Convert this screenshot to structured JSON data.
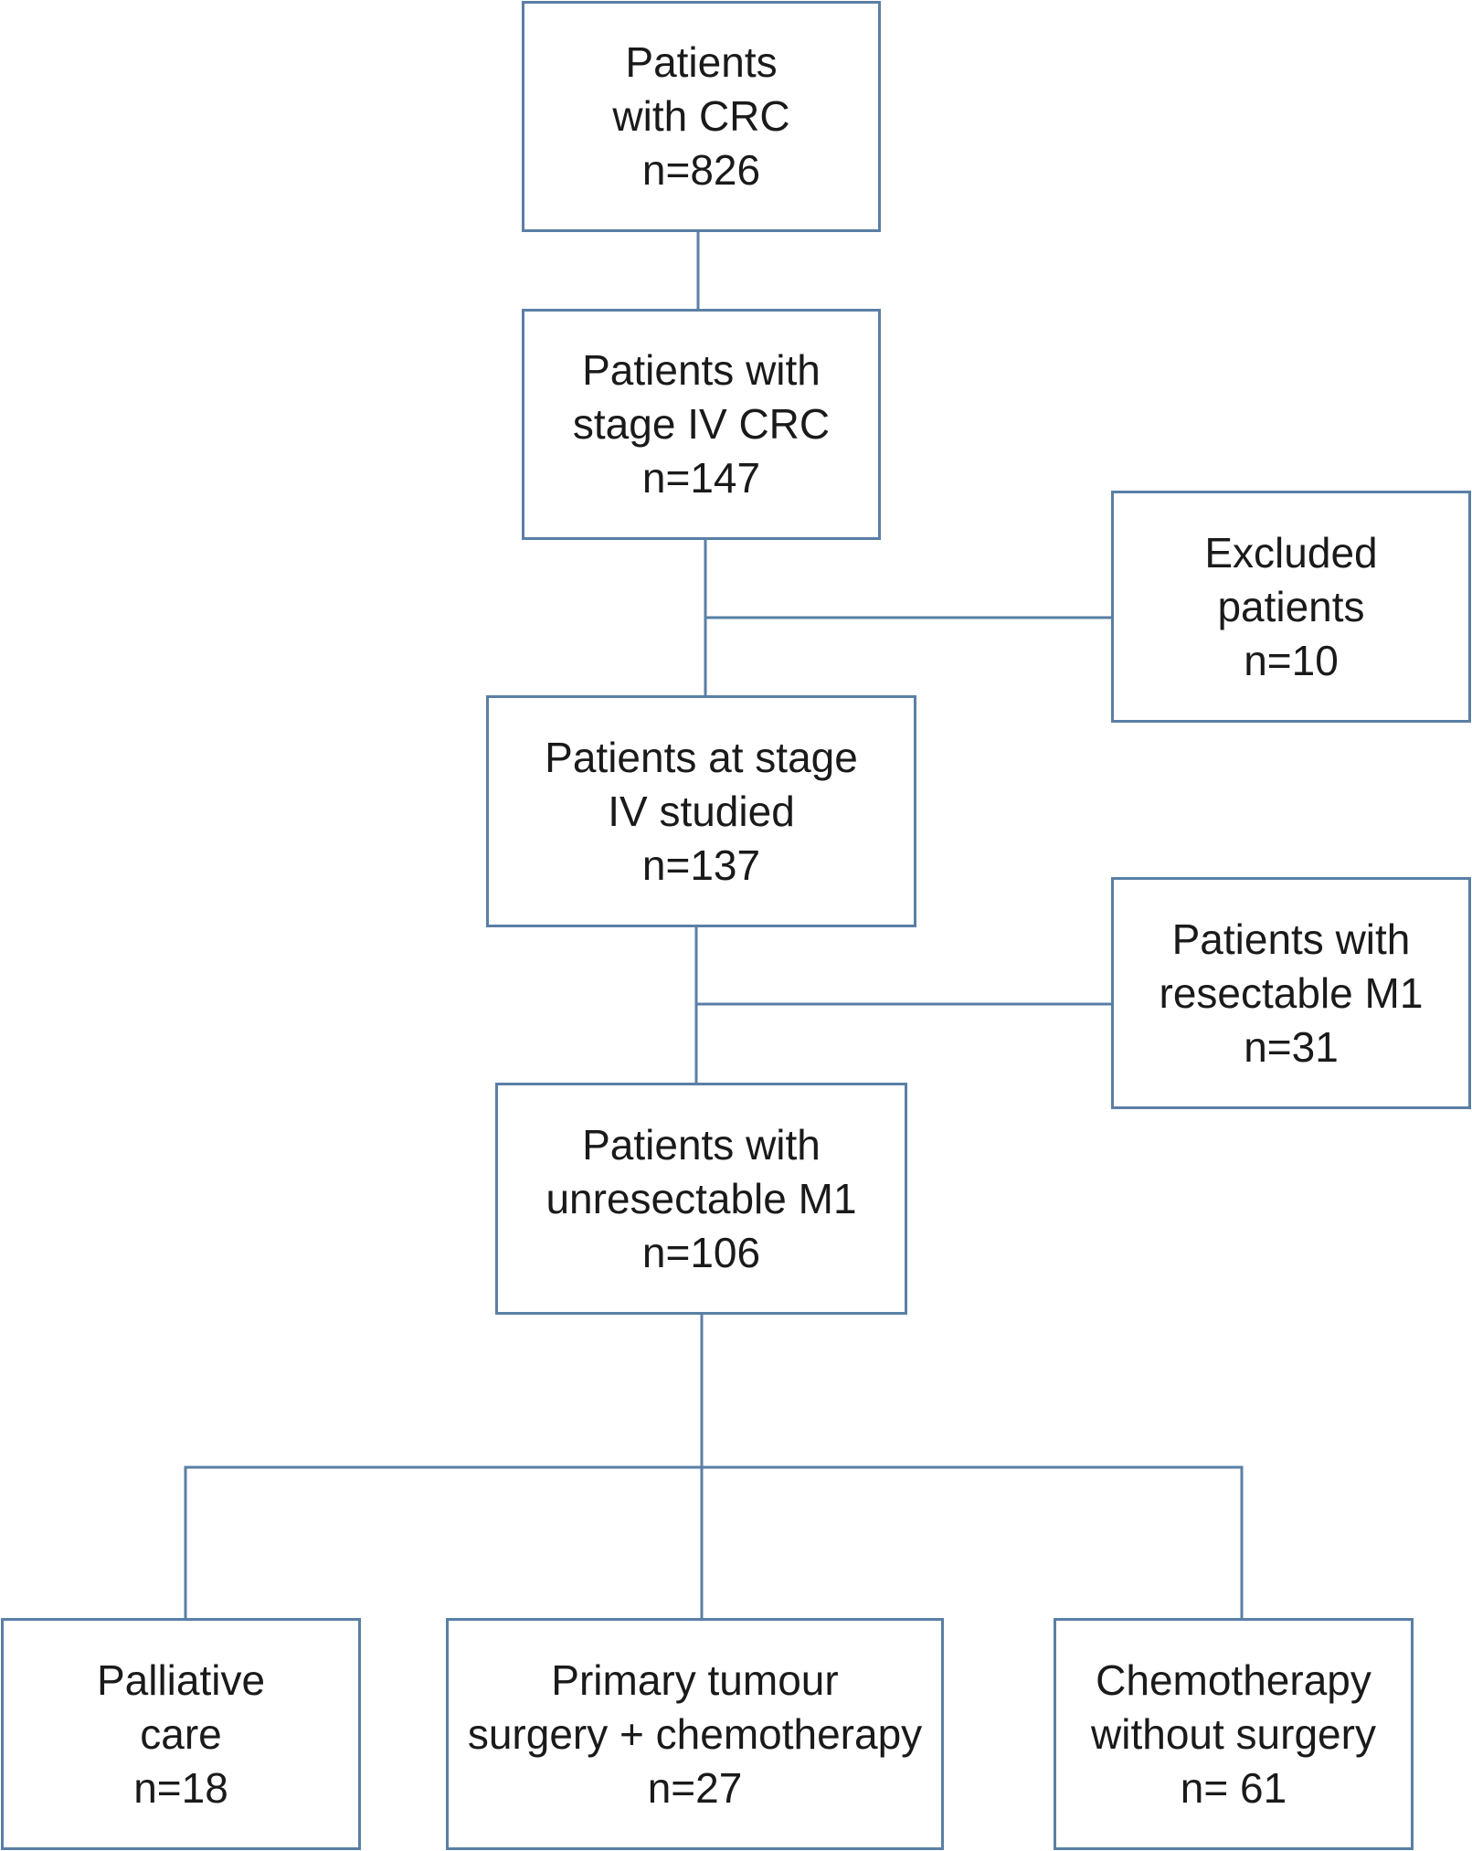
{
  "colors": {
    "box_border": "#5a7fa6",
    "connector": "#5a7fa6",
    "text": "#1a1a1a",
    "background": "#ffffff"
  },
  "boxes": {
    "all_crc": {
      "lines": [
        "Patients",
        "with CRC",
        "n=826"
      ]
    },
    "stage_iv": {
      "lines": [
        "Patients with",
        "stage IV CRC",
        "n=147"
      ]
    },
    "excluded": {
      "lines": [
        "Excluded",
        "patients",
        "n=10"
      ]
    },
    "stage_iv_studied": {
      "lines": [
        "Patients at stage",
        "IV studied",
        "n=137"
      ]
    },
    "resectable_m1": {
      "lines": [
        "Patients with",
        "resectable M1",
        "n=31"
      ]
    },
    "unresectable_m1": {
      "lines": [
        "Patients with",
        "unresectable M1",
        "n=106"
      ]
    },
    "palliative_care": {
      "lines": [
        "Palliative",
        "care",
        "n=18"
      ]
    },
    "surgery_chemo": {
      "lines": [
        "Primary tumour",
        "surgery + chemotherapy",
        "n=27"
      ]
    },
    "chemo_only": {
      "lines": [
        "Chemotherapy",
        "without surgery",
        "n= 61"
      ]
    }
  }
}
